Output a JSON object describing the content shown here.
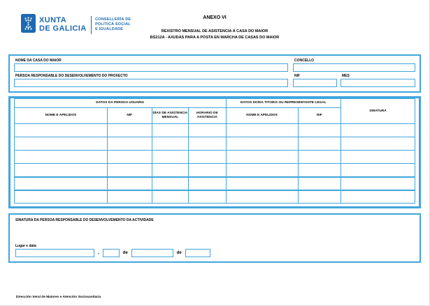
{
  "colors": {
    "border_blue": "#41a5dc",
    "logo_blue": "#1d6ab2",
    "text": "#000000"
  },
  "page": {
    "title": "ANEXO VI",
    "subtitle_line1": "REXISTRO MENSUAL DE ASISTENCIA Á CASA DO MAIOR",
    "subtitle_line2": "BS212A - AXUDAS PARA A POSTA EN MARCHA DE CASAS DO MAIOR",
    "footer": "Dirección Xeral de Maiores e Atención Sociosanitaria"
  },
  "logo": {
    "org_line1": "XUNTA",
    "org_line2": "DE GALICIA",
    "dept_line1": "CONSELLERÍA DE",
    "dept_line2": "POLÍTICA SOCIAL",
    "dept_line3": "E IGUALDADE",
    "emblem_icon": "xunta-de-galicia-emblem"
  },
  "form_top": {
    "fields": [
      {
        "label": "NOME DA CASA DO MAIOR",
        "value": ""
      },
      {
        "label": "CONCELLO",
        "value": ""
      },
      {
        "label": "PERSOA RESPONSABLE DO DESENVOLVEMENTO DO PROXECTO",
        "value": ""
      },
      {
        "label": "NIF",
        "value": ""
      },
      {
        "label": "MES",
        "value": ""
      }
    ]
  },
  "table": {
    "group_headers": [
      "DATOS DA PERSOA USUARIA",
      "DATOS DO/DA TITOR/A OU REPRESENTANTE LEGAL"
    ],
    "columns": [
      "NOME E APELIDOS",
      "NIF",
      "DÍAS DE ASISTENCIA MENSUAL",
      "HORARIO DE ASISTENCIA",
      "NOME E APELIDOS",
      "NIF",
      "SINATURA"
    ],
    "empty_rows": 6
  },
  "signature_section": {
    "label": "SINATURA DA PERSOA RESPONSABLE DO DESENVOLVEMENTO DA ACTIVIDADE",
    "date_label": "Lugar e data",
    "comma": ",",
    "de1": "de",
    "de2": "de"
  }
}
